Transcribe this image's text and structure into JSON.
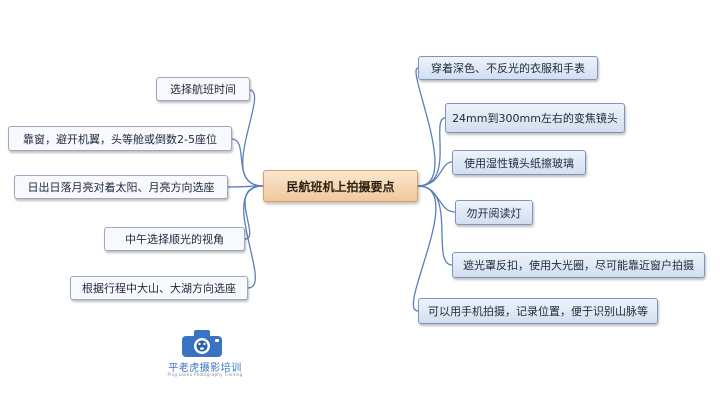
{
  "center": {
    "label": "民航班机上拍摄要点"
  },
  "left_nodes": [
    {
      "label": "选择航班时间"
    },
    {
      "label": "靠窗，避开机翼，头等舱或倒数2-5座位"
    },
    {
      "label": "日出日落月亮对着太阳、月亮方向选座"
    },
    {
      "label": "中午选择顺光的视角"
    },
    {
      "label": "根据行程中大山、大湖方向选座"
    }
  ],
  "right_nodes": [
    {
      "label": "穿着深色、不反光的衣服和手表"
    },
    {
      "label": "24mm到300mm左右的变焦镜头"
    },
    {
      "label": "使用湿性镜头纸擦玻璃"
    },
    {
      "label": "勿开阅读灯"
    },
    {
      "label": "遮光罩反扣，使用大光圈，尽可能靠近窗户拍摄"
    },
    {
      "label": "可以用手机拍摄，记录位置，便于识别山脉等"
    }
  ],
  "logo": {
    "brand": "平老虎摄影培训",
    "sub": "Ping Laohu Photography Training",
    "icon": "camera-bear-logo",
    "color": "#3a72c4"
  },
  "colors": {
    "link": "#5b7fb8",
    "center_fill": "#f3d3ae",
    "right_fill": "#dbe5f4",
    "left_fill": "#f7f9fc"
  }
}
